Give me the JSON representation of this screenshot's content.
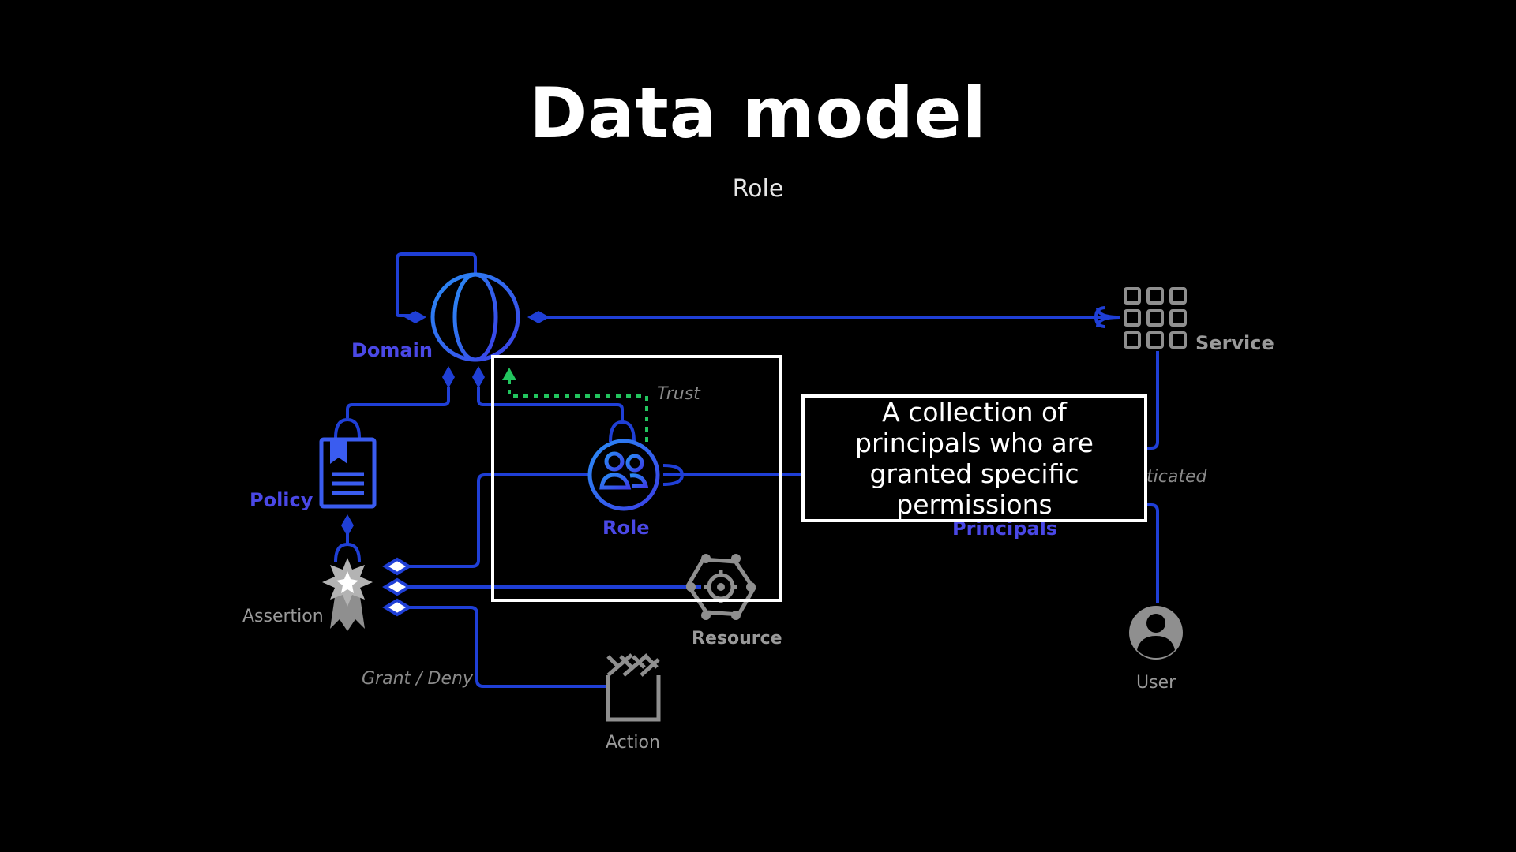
{
  "slide": {
    "title": "Data model",
    "subtitle": "Role"
  },
  "nodes": {
    "domain": "Domain",
    "service": "Service",
    "policy": "Policy",
    "role": "Role",
    "assertion": "Assertion",
    "resource": "Resource",
    "action": "Action",
    "user": "User",
    "principals": "Principals"
  },
  "edge_labels": {
    "trust": "Trust",
    "grant_deny": "Grant / Deny",
    "authenticated_fragment": "ticated"
  },
  "callout": {
    "text": "A collection of principals who are granted specific permissions"
  },
  "colors": {
    "background": "#000000",
    "line": "#1f3fd6",
    "accent_label": "#4a48e6",
    "trust_line": "#22c55e",
    "inactive_icon": "#8f8f8f"
  },
  "icons": [
    "globe-icon",
    "service-grid-icon",
    "policy-document-icon",
    "role-group-icon",
    "assertion-badge-icon",
    "resource-gear-icon",
    "action-clapper-icon",
    "user-avatar-icon"
  ]
}
